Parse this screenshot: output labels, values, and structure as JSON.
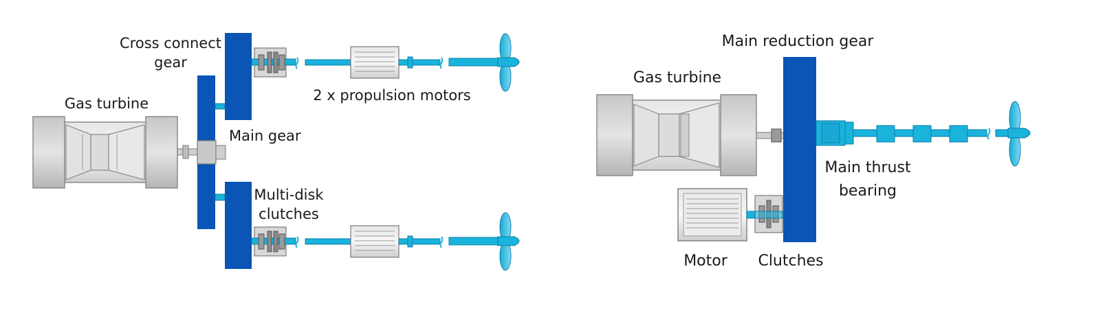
{
  "left_diagram": {
    "labels": {
      "cross_connect_gear_line1": "Cross connect",
      "cross_connect_gear_line2": "gear",
      "gas_turbine": "Gas turbine",
      "main_gear": "Main gear",
      "propulsion_motors": "2 x propulsion motors",
      "multi_disk_line1": "Multi-disk",
      "multi_disk_line2": "clutches"
    }
  },
  "right_diagram": {
    "labels": {
      "main_reduction_gear": "Main reduction gear",
      "gas_turbine": "Gas turbine",
      "main_thrust_line1": "Main thrust",
      "main_thrust_line2": "bearing",
      "motor": "Motor",
      "clutches": "Clutches"
    }
  },
  "colors": {
    "gear_blue": "#0a55b5",
    "shaft_cyan": "#19b3dc",
    "shaft_outline": "#0d7ea8",
    "machine_gray": "#d4d4d4",
    "machine_outline": "#7a7a7a"
  }
}
